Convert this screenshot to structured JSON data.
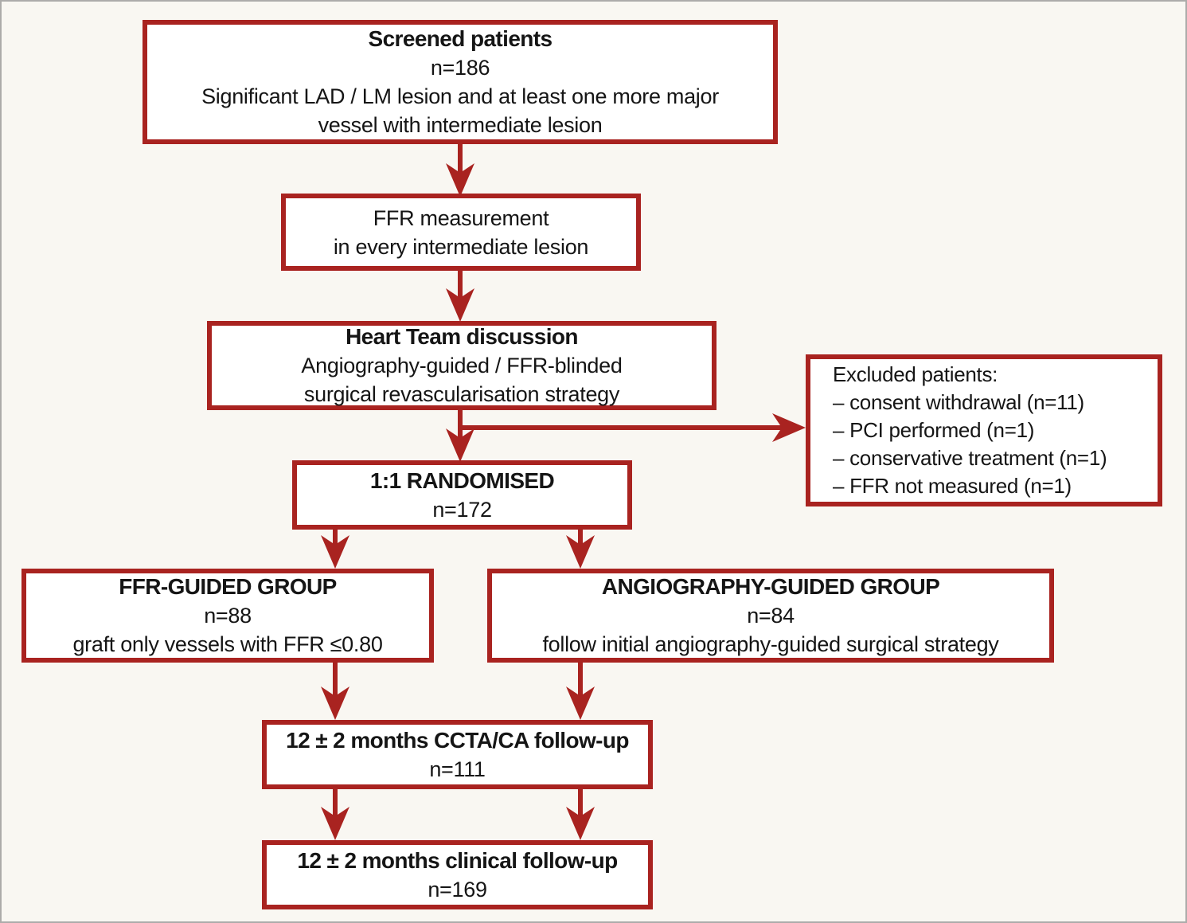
{
  "palette": {
    "accent_red": "#a92320",
    "background": "#f9f7f2",
    "box_fill": "#ffffff",
    "text": "#151515",
    "outer_border": "#adacaa"
  },
  "boxes": {
    "screened": {
      "title": "Screened patients",
      "n": "n=186",
      "desc_lines": [
        "Significant LAD / LM lesion and at least one more major",
        "vessel with intermediate lesion"
      ]
    },
    "ffr_measurement": {
      "lines": [
        "FFR measurement",
        "in every intermediate lesion"
      ]
    },
    "heart_team": {
      "title": "Heart Team discussion",
      "desc_lines": [
        "Angiography-guided / FFR-blinded",
        "surgical revascularisation strategy"
      ]
    },
    "excluded": {
      "title": "Excluded patients:",
      "items": [
        "– consent withdrawal (n=11)",
        "– PCI performed (n=1)",
        "– conservative treatment (n=1)",
        "– FFR not measured (n=1)"
      ]
    },
    "randomised": {
      "title": "1:1 RANDOMISED",
      "n": "n=172"
    },
    "ffr_group": {
      "title": "FFR-GUIDED GROUP",
      "n": "n=88",
      "desc": "graft only vessels with FFR ≤0.80"
    },
    "angio_group": {
      "title": "ANGIOGRAPHY-GUIDED GROUP",
      "n": "n=84",
      "desc": "follow initial angiography-guided surgical strategy"
    },
    "ccta_followup": {
      "title": "12 ± 2 months CCTA/CA follow-up",
      "n": "n=111"
    },
    "clinical_followup": {
      "title": "12 ± 2 months clinical follow-up",
      "n": "n=169"
    }
  }
}
